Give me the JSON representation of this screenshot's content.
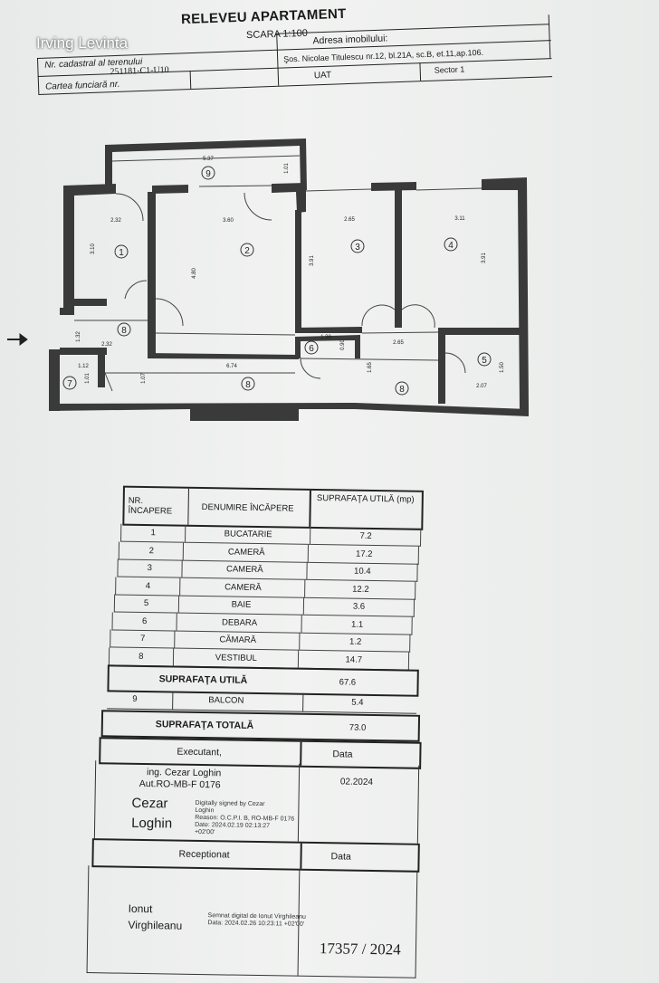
{
  "watermark": "Irving Levinta",
  "header": {
    "title": "RELEVEU APARTAMENT",
    "scale": "SCARA 1:100",
    "cadastral_label": "Nr. cadastral al terenului",
    "cadastral_value": "251181-C1-U10",
    "carte_label": "Cartea funciară  nr.",
    "address_label": "Adresa imobilului:",
    "address_value": "Şos. Nicolae Titulescu nr.12, bl.21A, sc.B, et.11,ap.106.",
    "uat_label": "UAT",
    "sector_value": "Sector  1"
  },
  "plan": {
    "rooms": [
      "1",
      "2",
      "3",
      "4",
      "5",
      "6",
      "7",
      "8",
      "8",
      "8",
      "9"
    ],
    "dimensions": {
      "balcony_width": "5.37",
      "balcony_depth": "1.01",
      "r1_width": "2.32",
      "r1_height": "3.10",
      "r2_width": "3.60",
      "r2_height": "4.80",
      "r3_width": "2.65",
      "r3_height": "3.91",
      "r4_width": "3.11",
      "r4_height": "3.91",
      "hall_left_height": "1.32",
      "hall_left_width": "2.32",
      "r7_width": "1.12",
      "r7_height": "1.01",
      "hall_height": "1.07",
      "hall_width": "6.74",
      "r6_width": "1.38",
      "r6_height": "0.90",
      "hall_right_height": "1.65",
      "hall_right_width": "2.65",
      "r5_height": "1.50",
      "r5_width": "2.07"
    }
  },
  "table": {
    "headers": [
      "NR. ÎNCAPERE",
      "DENUMIRE ÎNCĂPERE",
      "SUPRAFAŢA UTILĂ (mp)"
    ],
    "rows": [
      {
        "nr": "1",
        "name": "BUCATARIE",
        "area": "7.2"
      },
      {
        "nr": "2",
        "name": "CAMERĂ",
        "area": "17.2"
      },
      {
        "nr": "3",
        "name": "CAMERĂ",
        "area": "10.4"
      },
      {
        "nr": "4",
        "name": "CAMERĂ",
        "area": "12.2"
      },
      {
        "nr": "5",
        "name": "BAIE",
        "area": "3.6"
      },
      {
        "nr": "6",
        "name": "DEBARA",
        "area": "1.1"
      },
      {
        "nr": "7",
        "name": "CĂMARĂ",
        "area": "1.2"
      },
      {
        "nr": "8",
        "name": "VESTIBUL",
        "area": "14.7"
      }
    ],
    "useful_label": "SUPRAFAŢA UTILĂ",
    "useful_value": "67.6",
    "balcony": {
      "nr": "9",
      "name": "BALCON",
      "area": "5.4"
    },
    "total_label": "SUPRAFAŢA TOTALĂ",
    "total_value": "73.0",
    "executant_label": "Executant,",
    "date_label": "Data",
    "executant_name": "ing. Cezar Loghin",
    "executant_auth": "Aut.RO-MB-F 0176",
    "executant_date": "02.2024",
    "signature1_first": "Cezar",
    "signature1_last": "Loghin",
    "signature1_note": [
      "Digitally signed by Cezar",
      "Loghin",
      "Reason: O.C.P.I. B, RO-MB-F 0176",
      "Date: 2024.02.19 02:13:27",
      "+02'00'"
    ],
    "receptionat_label": "Receptionat",
    "date_label2": "Data",
    "receiver_first": "Ionut",
    "receiver_last": "Virghileanu",
    "receiver_note": [
      "Semnat digital de Ionut Virghileanu",
      "Data: 2024.02.26 10:23:11 +02'00'"
    ],
    "registration": "17357 / 2024"
  }
}
